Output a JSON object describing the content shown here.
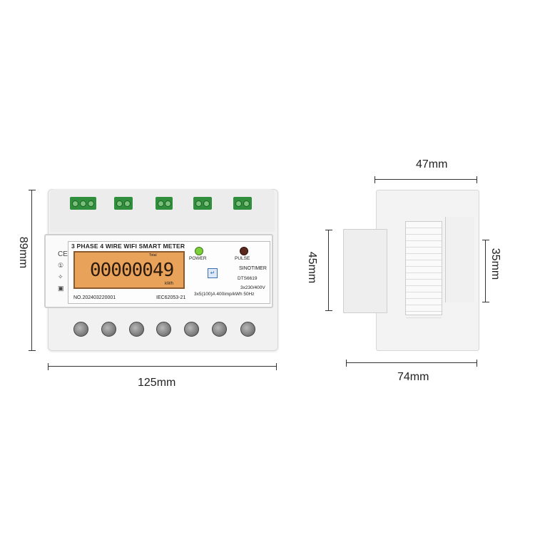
{
  "dimensions": {
    "front_height": "89mm",
    "front_width": "125mm",
    "side_depth_top": "47mm",
    "side_depth_bottom": "74mm",
    "side_height_left": "45mm",
    "side_height_right": "35mm"
  },
  "meter": {
    "title": "3 PHASE 4 WIRE WIFI  SMART METER",
    "display_value": "00000049",
    "display_top_label": "Total",
    "display_unit": "kWh",
    "power_label": "POWER",
    "pulse_label": "PULSE",
    "brand": "SINOTIMER",
    "model": "DTS6619",
    "voltage": "3x230/400V",
    "serial": "NO.202403220001",
    "standard": "IEC62053-21",
    "rating": "3x5(100)A  400imp/kWh  50Hz",
    "ce_mark": "CE"
  },
  "colors": {
    "lcd_background": "#e8a25a",
    "terminal_green": "#2f8f3d",
    "power_led": "#7cd13a",
    "pulse_led": "#5a2a1e"
  }
}
